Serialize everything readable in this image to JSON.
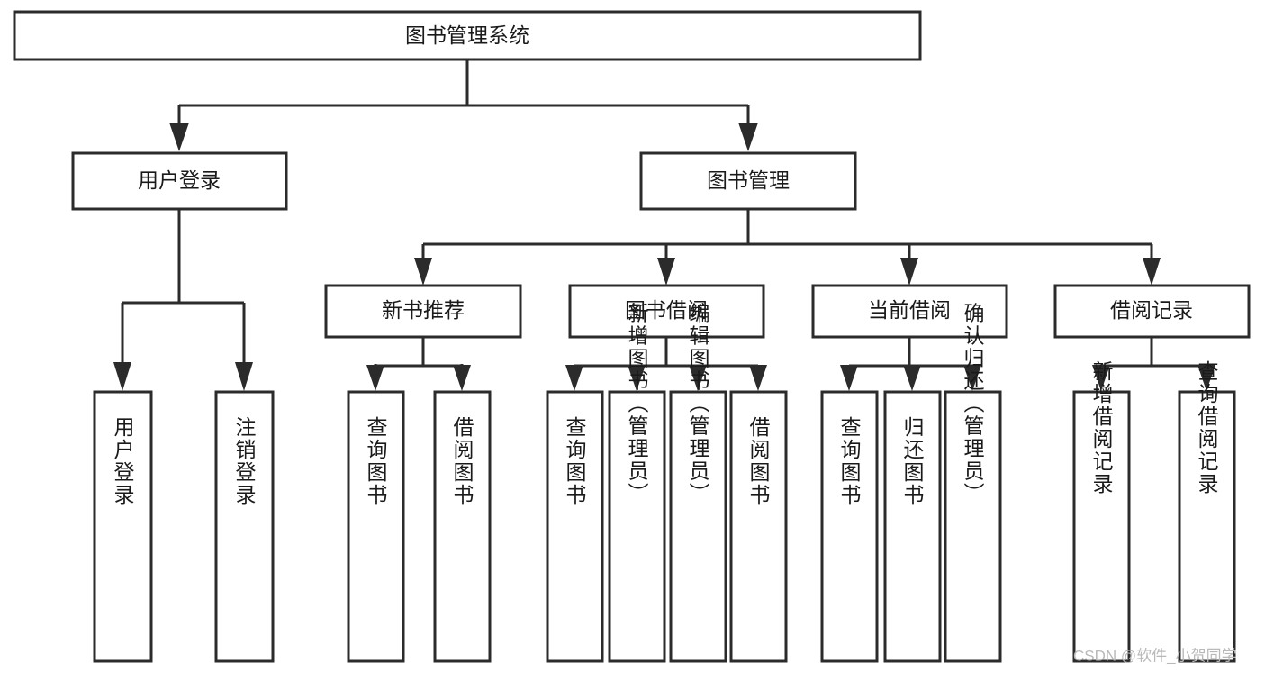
{
  "diagram": {
    "title": "图书管理系统",
    "type": "tree",
    "colors": {
      "stroke": "#2b2b2b",
      "node_fill": "#ffffff",
      "text": "#1a1a1a",
      "background": "#ffffff",
      "watermark": "#b9b9b9"
    },
    "root": {
      "label": "图书管理系统"
    },
    "level2": [
      {
        "label": "用户登录"
      },
      {
        "label": "图书管理"
      }
    ],
    "level3": [
      {
        "label": "新书推荐"
      },
      {
        "label": "图书借阅"
      },
      {
        "label": "当前借阅"
      },
      {
        "label": "借阅记录"
      }
    ],
    "leaves": {
      "user_login": [
        {
          "label": "用户登录"
        },
        {
          "label": "注销登录"
        }
      ],
      "new_book_recommend": [
        {
          "label": "查询图书"
        },
        {
          "label": "借阅图书"
        }
      ],
      "book_borrow": [
        {
          "label": "查询图书"
        },
        {
          "label": "新增图书（管理员）"
        },
        {
          "label": "编辑图书（管理员）"
        },
        {
          "label": "借阅图书"
        }
      ],
      "current_borrow": [
        {
          "label": "查询图书"
        },
        {
          "label": "归还图书"
        },
        {
          "label": "确认归还（管理员）"
        }
      ],
      "borrow_record": [
        {
          "label": "新增借阅记录"
        },
        {
          "label": "查询借阅记录"
        }
      ]
    },
    "watermark": "CSDN @软件_小贺同学"
  }
}
